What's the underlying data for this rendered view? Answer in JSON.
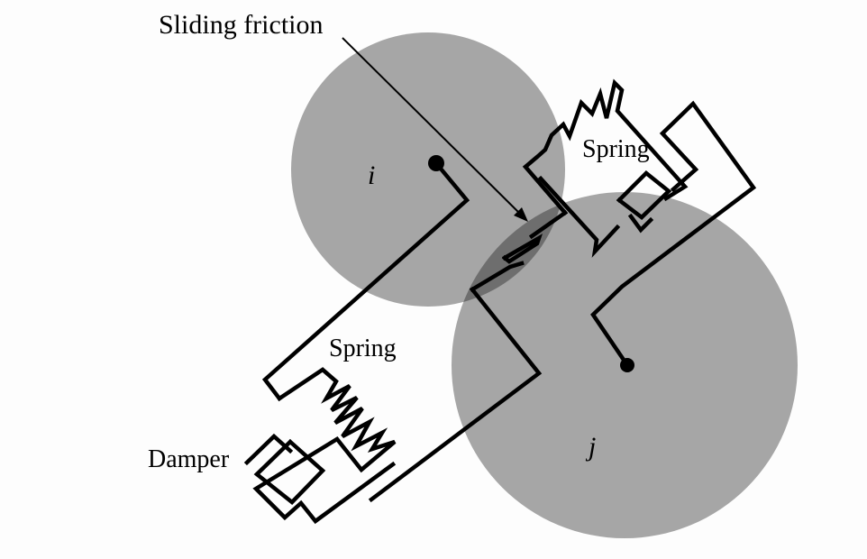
{
  "labels": {
    "sliding_friction": "Sliding friction",
    "spring_top": "Spring",
    "spring_bottom": "Spring",
    "damper": "Damper",
    "particle_i": "i",
    "particle_j": "j"
  },
  "colors": {
    "background": "#fdfdfd",
    "particle_fill": "#a6a6a6",
    "overlap_fill": "#6e6e6e",
    "line": "#000000"
  }
}
